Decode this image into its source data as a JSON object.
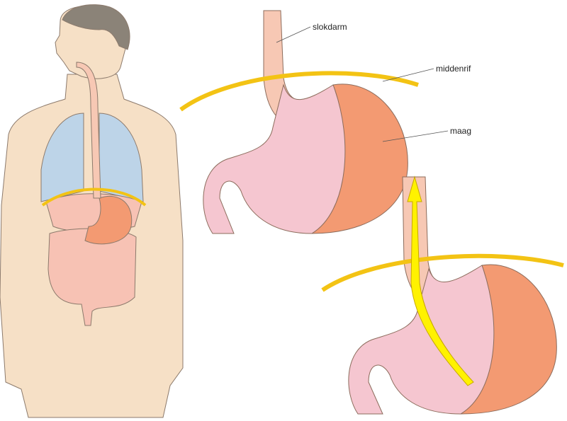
{
  "labels": {
    "esophagus": "slokdarm",
    "diaphragm": "middenrif",
    "stomach": "maag"
  },
  "colors": {
    "skin": "#f6e0c6",
    "skin_outline": "#b39a86",
    "hair": "#8b8378",
    "lungs": "#bdd4e8",
    "diaphragm": "#f3c314",
    "stomach_wall": "#f39a72",
    "stomach_inner": "#f5c6d0",
    "esophagus": "#f7c8b4",
    "intestine": "#f7c2b4",
    "reflux_arrow": "#fff200"
  }
}
